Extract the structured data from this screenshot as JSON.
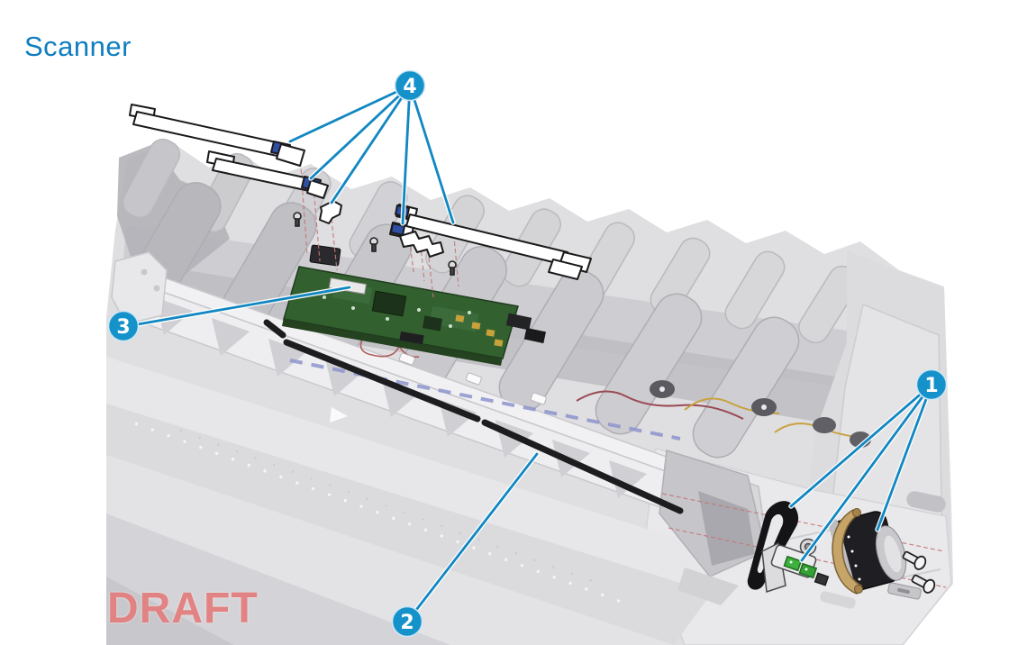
{
  "page": {
    "title": "Scanner",
    "watermark": "DRAFT"
  },
  "figure": {
    "callouts": [
      {
        "label": "1"
      },
      {
        "label": "2"
      },
      {
        "label": "3"
      },
      {
        "label": "4"
      }
    ],
    "parts": [
      "calibration-strip",
      "drive-cable-rod",
      "scanner-pca-board",
      "strip-clips",
      "drive-belt",
      "encoder-sensor-assembly",
      "scanner-motor",
      "mounting-screws"
    ]
  },
  "colors": {
    "title_blue": "#0f7ec0",
    "callout_fill_blue": "#1692cb",
    "callout_line_blue": "#1187c2",
    "watermark_red": "#dd6c6c",
    "pca_green": "#33602f",
    "strip_tip_blue": "#2e4fa3",
    "connector_green": "#3db03d",
    "body_gray": "#dfdfe2"
  }
}
